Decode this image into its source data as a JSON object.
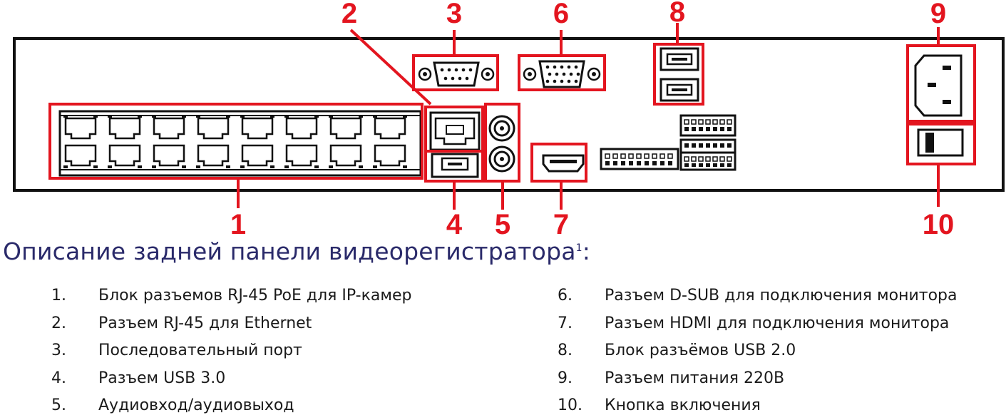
{
  "callouts": {
    "c1": "1",
    "c2": "2",
    "c3": "3",
    "c4": "4",
    "c5": "5",
    "c6": "6",
    "c7": "7",
    "c8": "8",
    "c9": "9",
    "c10": "10"
  },
  "heading": {
    "text": "Описание задней панели видеорегистратора",
    "footnote": "1",
    "suffix": ":"
  },
  "legend": {
    "left": [
      {
        "num": "1.",
        "text": "Блок разъемов RJ-45 PoE для IP-камер"
      },
      {
        "num": "2.",
        "text": "Разъем RJ-45 для Ethernet"
      },
      {
        "num": "3.",
        "text": "Последовательный порт"
      },
      {
        "num": "4.",
        "text": "Разъем USB 3.0"
      },
      {
        "num": "5.",
        "text": "Аудиовход/аудиовыход"
      }
    ],
    "right": [
      {
        "num": "6.",
        "text": "Разъем D-SUB для подключения монитора"
      },
      {
        "num": "7.",
        "text": "Разъем HDMI для подключения монитора"
      },
      {
        "num": "8.",
        "text": "Блок разъёмов USB 2.0"
      },
      {
        "num": "9.",
        "text": "Разъем питания 220В"
      },
      {
        "num": "10.",
        "text": "Кнопка включения"
      }
    ]
  },
  "colors": {
    "callout_red": "#e3151f",
    "heading_blue": "#2a2a6a",
    "panel_black": "#111111"
  }
}
